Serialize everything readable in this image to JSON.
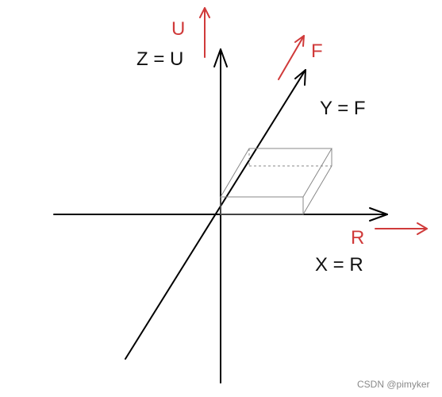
{
  "colors": {
    "axis": "#000000",
    "direction": "#d03a3a",
    "box": "#888888",
    "watermark": "#8a8a8a"
  },
  "labels": {
    "z_axis": "Z = U",
    "y_axis": "Y = F",
    "x_axis": "X = R",
    "up": "U",
    "forward": "F",
    "right": "R"
  },
  "watermark": "CSDN @pimyker"
}
